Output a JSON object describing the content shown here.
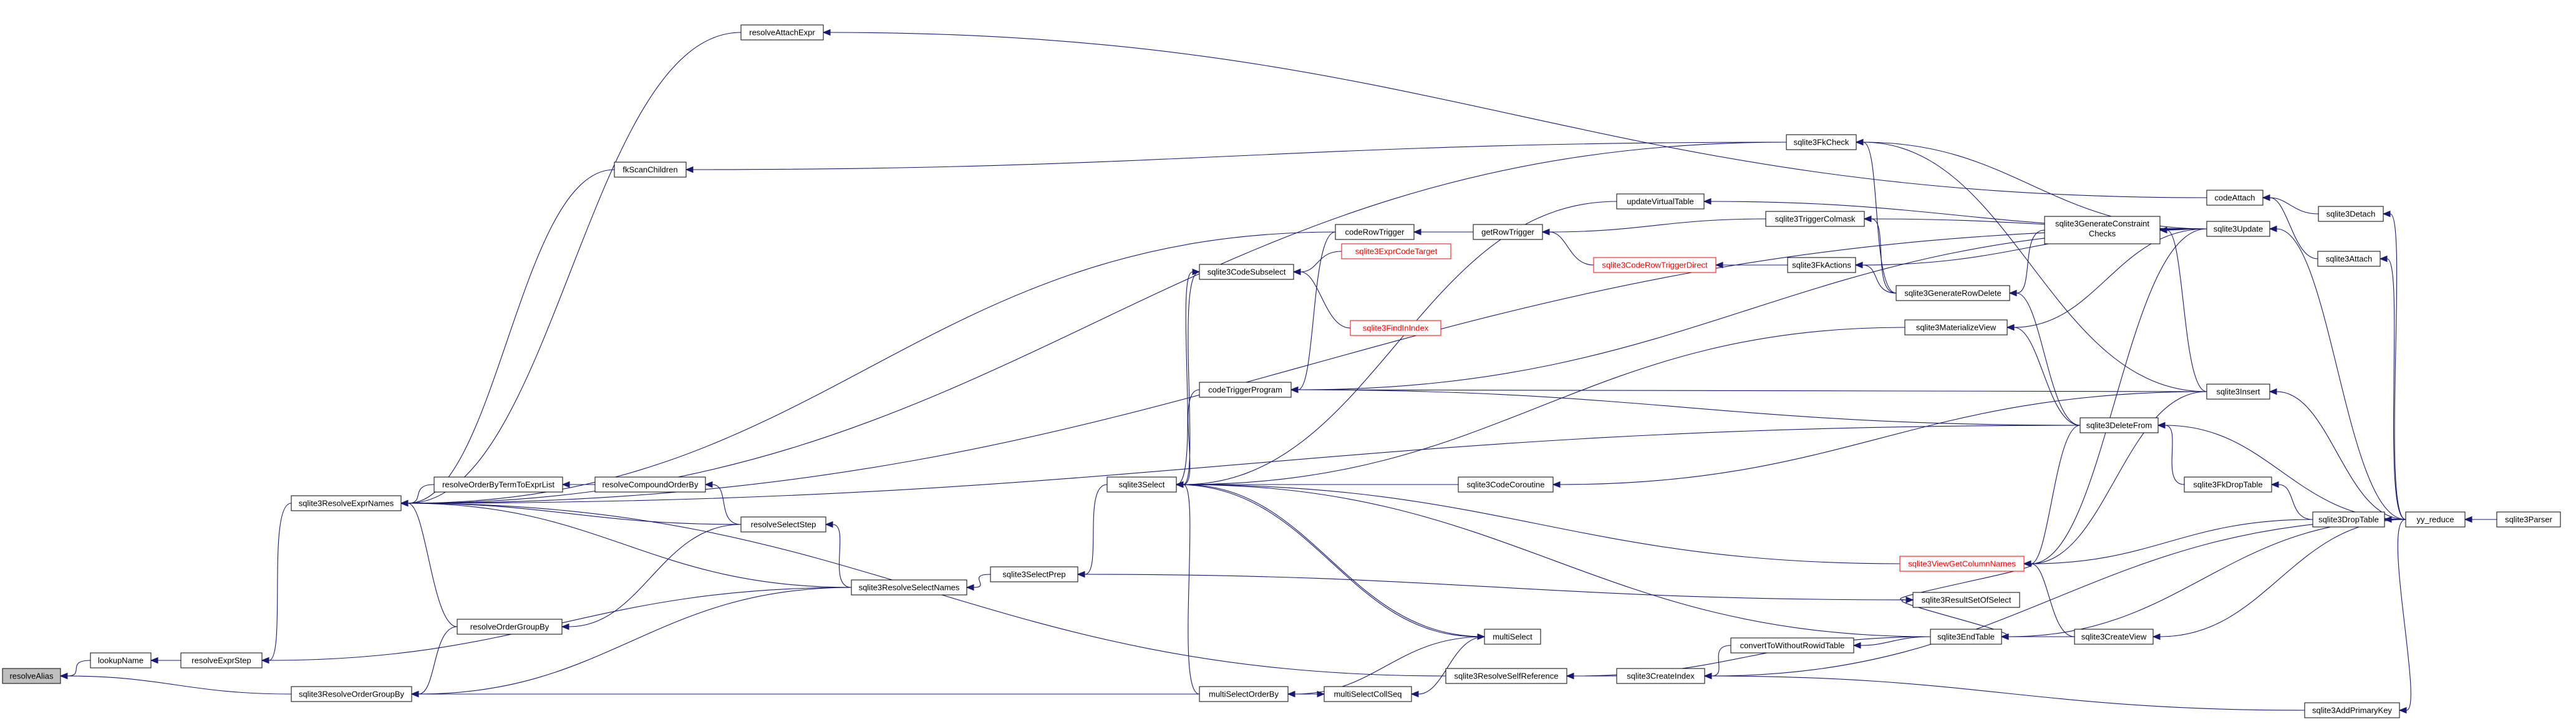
{
  "nodes": [
    {
      "id": "resolveAlias",
      "label": "resolveAlias",
      "root": true
    },
    {
      "id": "lookupName",
      "label": "lookupName"
    },
    {
      "id": "resolveExprStep",
      "label": "resolveExprStep"
    },
    {
      "id": "sqlite3ResolveOrderGroupBy",
      "label": "sqlite3ResolveOrderGroupBy"
    },
    {
      "id": "sqlite3ResolveExprNames",
      "label": "sqlite3ResolveExprNames"
    },
    {
      "id": "resolveAttachExpr",
      "label": "resolveAttachExpr"
    },
    {
      "id": "fkScanChildren",
      "label": "fkScanChildren"
    },
    {
      "id": "resolveOrderByTermToExprList",
      "label": "resolveOrderByTermToExprList"
    },
    {
      "id": "resolveCompoundOrderBy",
      "label": "resolveCompoundOrderBy"
    },
    {
      "id": "resolveSelectStep",
      "label": "resolveSelectStep"
    },
    {
      "id": "resolveOrderGroupBy",
      "label": "resolveOrderGroupBy"
    },
    {
      "id": "sqlite3ResolveSelectNames",
      "label": "sqlite3ResolveSelectNames"
    },
    {
      "id": "sqlite3SelectPrep",
      "label": "sqlite3SelectPrep"
    },
    {
      "id": "sqlite3Select",
      "label": "sqlite3Select"
    },
    {
      "id": "codeRowTrigger",
      "label": "codeRowTrigger"
    },
    {
      "id": "sqlite3CodeSubselect",
      "label": "sqlite3CodeSubselect"
    },
    {
      "id": "codeTriggerProgram",
      "label": "codeTriggerProgram"
    },
    {
      "id": "multiSelectOrderBy",
      "label": "multiSelectOrderBy"
    },
    {
      "id": "multiSelectCollSeq",
      "label": "multiSelectCollSeq"
    },
    {
      "id": "multiSelect",
      "label": "multiSelect"
    },
    {
      "id": "getRowTrigger",
      "label": "getRowTrigger"
    },
    {
      "id": "sqlite3ExprCodeTarget",
      "label": "sqlite3ExprCodeTarget",
      "red": true
    },
    {
      "id": "sqlite3FindInIndex",
      "label": "sqlite3FindInIndex",
      "red": true
    },
    {
      "id": "sqlite3CodeRowTriggerDirect",
      "label": "sqlite3CodeRowTriggerDirect",
      "red": true
    },
    {
      "id": "updateVirtualTable",
      "label": "updateVirtualTable"
    },
    {
      "id": "sqlite3CodeCoroutine",
      "label": "sqlite3CodeCoroutine"
    },
    {
      "id": "sqlite3ResolveSelfReference",
      "label": "sqlite3ResolveSelfReference"
    },
    {
      "id": "sqlite3CreateIndex",
      "label": "sqlite3CreateIndex"
    },
    {
      "id": "convertToWithoutRowidTable",
      "label": "convertToWithoutRowidTable"
    },
    {
      "id": "sqlite3FkCheck",
      "label": "sqlite3FkCheck"
    },
    {
      "id": "sqlite3TriggerColmask",
      "label": "sqlite3TriggerColmask"
    },
    {
      "id": "sqlite3FkActions",
      "label": "sqlite3FkActions"
    },
    {
      "id": "sqlite3GenerateRowDelete",
      "label": "sqlite3GenerateRowDelete"
    },
    {
      "id": "sqlite3MaterializeView",
      "label": "sqlite3MaterializeView"
    },
    {
      "id": "sqlite3ResultSetOfSelect",
      "label": "sqlite3ResultSetOfSelect"
    },
    {
      "id": "sqlite3ViewGetColumnNames",
      "label": "sqlite3ViewGetColumnNames",
      "red": true
    },
    {
      "id": "sqlite3EndTable",
      "label": "sqlite3EndTable"
    },
    {
      "id": "codeAttach",
      "label": "codeAttach"
    },
    {
      "id": "sqlite3GenerateConstraintChecks",
      "label": "sqlite3GenerateConstraint",
      "label2": "Checks"
    },
    {
      "id": "sqlite3Update",
      "label": "sqlite3Update"
    },
    {
      "id": "sqlite3Insert",
      "label": "sqlite3Insert"
    },
    {
      "id": "sqlite3DeleteFrom",
      "label": "sqlite3DeleteFrom"
    },
    {
      "id": "sqlite3FkDropTable",
      "label": "sqlite3FkDropTable"
    },
    {
      "id": "sqlite3CreateView",
      "label": "sqlite3CreateView"
    },
    {
      "id": "sqlite3Detach",
      "label": "sqlite3Detach"
    },
    {
      "id": "sqlite3Attach",
      "label": "sqlite3Attach"
    },
    {
      "id": "sqlite3DropTable",
      "label": "sqlite3DropTable"
    },
    {
      "id": "sqlite3AddPrimaryKey",
      "label": "sqlite3AddPrimaryKey"
    },
    {
      "id": "yy_reduce",
      "label": "yy_reduce"
    },
    {
      "id": "sqlite3Parser",
      "label": "sqlite3Parser"
    }
  ],
  "edges": [
    [
      "lookupName",
      "resolveAlias"
    ],
    [
      "sqlite3ResolveOrderGroupBy",
      "resolveAlias"
    ],
    [
      "resolveExprStep",
      "lookupName"
    ],
    [
      "sqlite3ResolveExprNames",
      "resolveExprStep"
    ],
    [
      "sqlite3ResolveSelectNames",
      "resolveExprStep"
    ],
    [
      "resolveOrderGroupBy",
      "sqlite3ResolveOrderGroupBy"
    ],
    [
      "sqlite3ResolveSelectNames",
      "sqlite3ResolveOrderGroupBy"
    ],
    [
      "multiSelectOrderBy",
      "sqlite3ResolveOrderGroupBy"
    ],
    [
      "resolveAttachExpr",
      "sqlite3ResolveExprNames"
    ],
    [
      "fkScanChildren",
      "sqlite3ResolveExprNames"
    ],
    [
      "resolveOrderByTermToExprList",
      "sqlite3ResolveExprNames"
    ],
    [
      "resolveSelectStep",
      "sqlite3ResolveExprNames"
    ],
    [
      "resolveOrderGroupBy",
      "sqlite3ResolveExprNames"
    ],
    [
      "sqlite3ResolveSelectNames",
      "sqlite3ResolveExprNames"
    ],
    [
      "codeRowTrigger",
      "sqlite3ResolveExprNames"
    ],
    [
      "sqlite3ResolveSelfReference",
      "sqlite3ResolveExprNames"
    ],
    [
      "sqlite3DeleteFrom",
      "sqlite3ResolveExprNames"
    ],
    [
      "sqlite3Update",
      "sqlite3ResolveExprNames"
    ],
    [
      "sqlite3FkCheck",
      "sqlite3ResolveExprNames"
    ],
    [
      "codeAttach",
      "resolveAttachExpr"
    ],
    [
      "sqlite3FkCheck",
      "fkScanChildren"
    ],
    [
      "resolveCompoundOrderBy",
      "resolveOrderByTermToExprList"
    ],
    [
      "resolveSelectStep",
      "resolveCompoundOrderBy"
    ],
    [
      "sqlite3ResolveSelectNames",
      "resolveSelectStep"
    ],
    [
      "resolveSelectStep",
      "resolveOrderGroupBy"
    ],
    [
      "sqlite3SelectPrep",
      "sqlite3ResolveSelectNames"
    ],
    [
      "sqlite3Select",
      "sqlite3SelectPrep"
    ],
    [
      "sqlite3ResultSetOfSelect",
      "sqlite3SelectPrep"
    ],
    [
      "sqlite3CodeSubselect",
      "sqlite3Select"
    ],
    [
      "codeTriggerProgram",
      "sqlite3Select"
    ],
    [
      "multiSelectOrderBy",
      "sqlite3Select"
    ],
    [
      "multiSelect",
      "sqlite3Select"
    ],
    [
      "sqlite3CodeCoroutine",
      "sqlite3Select"
    ],
    [
      "sqlite3MaterializeView",
      "sqlite3Select"
    ],
    [
      "sqlite3ViewGetColumnNames",
      "sqlite3Select"
    ],
    [
      "sqlite3EndTable",
      "sqlite3Select"
    ],
    [
      "updateVirtualTable",
      "sqlite3Select"
    ],
    [
      "getRowTrigger",
      "codeRowTrigger"
    ],
    [
      "sqlite3ExprCodeTarget",
      "sqlite3CodeSubselect"
    ],
    [
      "sqlite3FindInIndex",
      "sqlite3CodeSubselect"
    ],
    [
      "codeRowTrigger",
      "codeTriggerProgram"
    ],
    [
      "multiSelect",
      "multiSelectOrderBy"
    ],
    [
      "multiSelectOrderBy",
      "multiSelectCollSeq"
    ],
    [
      "multiSelect",
      "multiSelectCollSeq"
    ],
    [
      "sqlite3Select",
      "multiSelect"
    ],
    [
      "sqlite3CodeRowTriggerDirect",
      "getRowTrigger"
    ],
    [
      "sqlite3TriggerColmask",
      "getRowTrigger"
    ],
    [
      "sqlite3FkActions",
      "sqlite3CodeRowTriggerDirect"
    ],
    [
      "sqlite3Update",
      "updateVirtualTable"
    ],
    [
      "sqlite3Insert",
      "sqlite3CodeCoroutine"
    ],
    [
      "sqlite3CreateIndex",
      "sqlite3ResolveSelfReference"
    ],
    [
      "convertToWithoutRowidTable",
      "sqlite3CreateIndex"
    ],
    [
      "sqlite3AddPrimaryKey",
      "sqlite3CreateIndex"
    ],
    [
      "yy_reduce",
      "sqlite3CreateIndex"
    ],
    [
      "sqlite3EndTable",
      "sqlite3ResolveSelfReference"
    ],
    [
      "sqlite3EndTable",
      "convertToWithoutRowidTable"
    ],
    [
      "sqlite3Update",
      "sqlite3FkCheck"
    ],
    [
      "sqlite3Insert",
      "sqlite3FkCheck"
    ],
    [
      "sqlite3GenerateRowDelete",
      "sqlite3FkCheck"
    ],
    [
      "sqlite3Update",
      "sqlite3TriggerColmask"
    ],
    [
      "sqlite3GenerateRowDelete",
      "sqlite3TriggerColmask"
    ],
    [
      "sqlite3Update",
      "sqlite3FkActions"
    ],
    [
      "sqlite3GenerateRowDelete",
      "sqlite3FkActions"
    ],
    [
      "sqlite3GenerateConstraintChecks",
      "sqlite3GenerateRowDelete"
    ],
    [
      "sqlite3DeleteFrom",
      "sqlite3GenerateRowDelete"
    ],
    [
      "sqlite3DeleteFrom",
      "sqlite3MaterializeView"
    ],
    [
      "sqlite3Update",
      "sqlite3MaterializeView"
    ],
    [
      "sqlite3ViewGetColumnNames",
      "sqlite3ResultSetOfSelect"
    ],
    [
      "sqlite3EndTable",
      "sqlite3ResultSetOfSelect"
    ],
    [
      "sqlite3DeleteFrom",
      "sqlite3ViewGetColumnNames"
    ],
    [
      "sqlite3Insert",
      "sqlite3ViewGetColumnNames"
    ],
    [
      "sqlite3Update",
      "sqlite3ViewGetColumnNames"
    ],
    [
      "sqlite3CreateView",
      "sqlite3ViewGetColumnNames"
    ],
    [
      "sqlite3DropTable",
      "sqlite3ViewGetColumnNames"
    ],
    [
      "sqlite3CreateView",
      "sqlite3EndTable"
    ],
    [
      "yy_reduce",
      "sqlite3EndTable"
    ],
    [
      "sqlite3Detach",
      "codeAttach"
    ],
    [
      "sqlite3Attach",
      "codeAttach"
    ],
    [
      "sqlite3Update",
      "sqlite3GenerateConstraintChecks"
    ],
    [
      "sqlite3Insert",
      "sqlite3GenerateConstraintChecks"
    ],
    [
      "sqlite3Update",
      "codeTriggerProgram"
    ],
    [
      "sqlite3Insert",
      "codeTriggerProgram"
    ],
    [
      "sqlite3DeleteFrom",
      "codeTriggerProgram"
    ],
    [
      "yy_reduce",
      "sqlite3Update"
    ],
    [
      "yy_reduce",
      "sqlite3Insert"
    ],
    [
      "yy_reduce",
      "sqlite3DeleteFrom"
    ],
    [
      "sqlite3FkDropTable",
      "sqlite3DeleteFrom"
    ],
    [
      "sqlite3DropTable",
      "sqlite3FkDropTable"
    ],
    [
      "yy_reduce",
      "sqlite3CreateView"
    ],
    [
      "yy_reduce",
      "sqlite3Detach"
    ],
    [
      "yy_reduce",
      "sqlite3Attach"
    ],
    [
      "yy_reduce",
      "sqlite3DropTable"
    ],
    [
      "yy_reduce",
      "sqlite3AddPrimaryKey"
    ],
    [
      "sqlite3Parser",
      "yy_reduce"
    ],
    [
      "sqlite3Select",
      "sqlite3CodeSubselect"
    ]
  ]
}
